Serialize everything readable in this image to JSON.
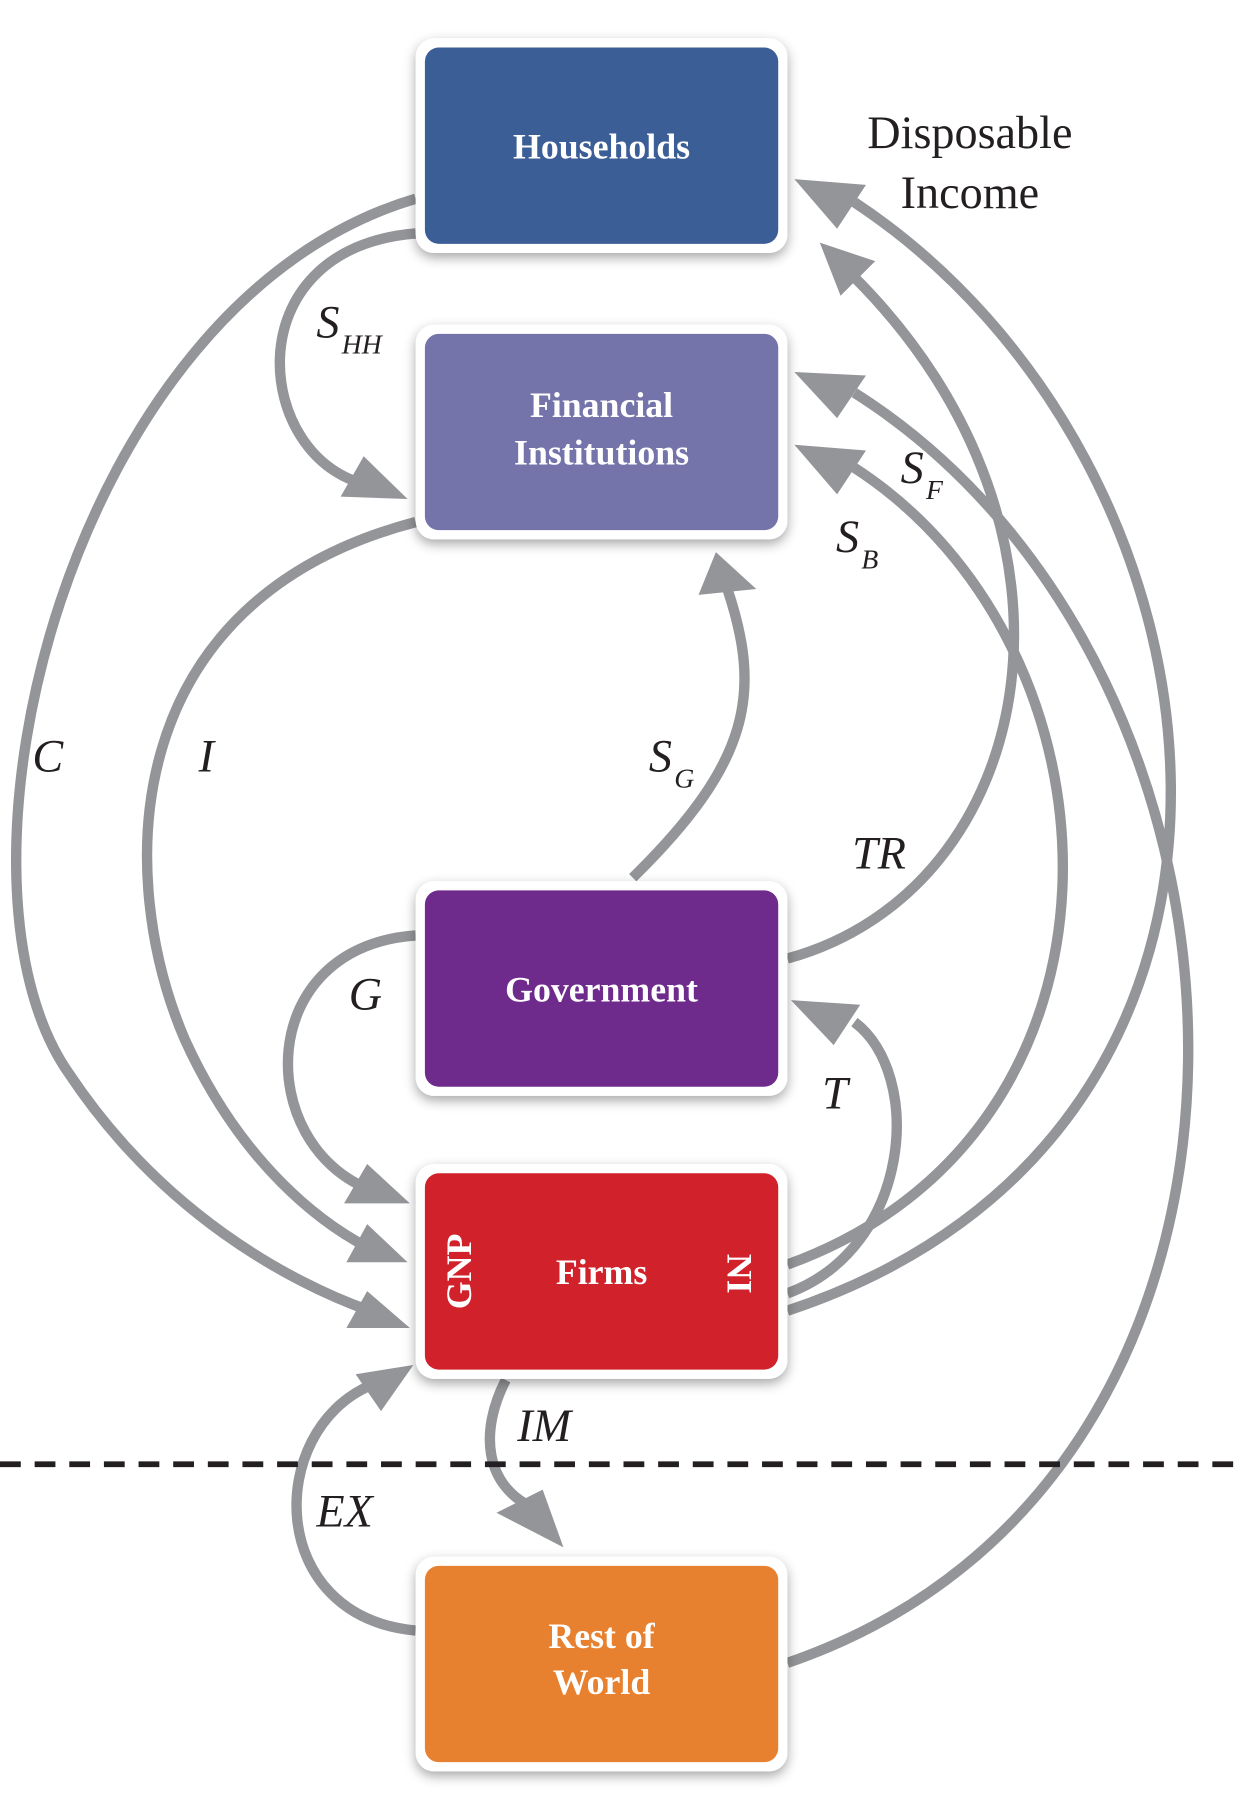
{
  "diagram": {
    "type": "circular-flow",
    "colors": {
      "households": "#3c5e96",
      "financial_institutions": "#7474aa",
      "government": "#6f2b8c",
      "firms": "#d1222b",
      "rest_of_world": "#e8812f",
      "arrows": "#939598",
      "boundary": "#231f20"
    },
    "boxes": {
      "households": "Households",
      "financial_line1": "Financial",
      "financial_line2": "Institutions",
      "government": "Government",
      "firms": "Firms",
      "firms_left": "GNP",
      "firms_right": "NI",
      "row_line1": "Rest of",
      "row_line2": "World"
    },
    "labels": {
      "disposable_line1": "Disposable",
      "disposable_line2": "Income",
      "s_hh": "S",
      "s_hh_sub": "HH",
      "s_f": "S",
      "s_f_sub": "F",
      "s_b": "S",
      "s_b_sub": "B",
      "s_g": "S",
      "s_g_sub": "G",
      "c": "C",
      "i": "I",
      "tr": "TR",
      "g": "G",
      "t": "T",
      "im": "IM",
      "ex": "EX"
    },
    "flows": [
      {
        "from": "Households",
        "to": "Firms",
        "label": "C"
      },
      {
        "from": "Households",
        "to": "Financial Institutions",
        "label": "S_HH"
      },
      {
        "from": "Financial Institutions",
        "to": "Firms",
        "label": "I"
      },
      {
        "from": "Government",
        "to": "Financial Institutions",
        "label": "S_G"
      },
      {
        "from": "Government",
        "to": "Households",
        "label": "TR"
      },
      {
        "from": "Government",
        "to": "Firms",
        "label": "G"
      },
      {
        "from": "Firms",
        "to": "Government",
        "label": "T"
      },
      {
        "from": "Firms",
        "to": "Households",
        "label": "Disposable Income"
      },
      {
        "from": "Firms",
        "to": "Financial Institutions",
        "label": "S_B"
      },
      {
        "from": "Rest of World",
        "to": "Financial Institutions",
        "label": "S_F"
      },
      {
        "from": "Firms",
        "to": "Rest of World",
        "label": "IM"
      },
      {
        "from": "Rest of World",
        "to": "Firms",
        "label": "EX"
      }
    ]
  }
}
